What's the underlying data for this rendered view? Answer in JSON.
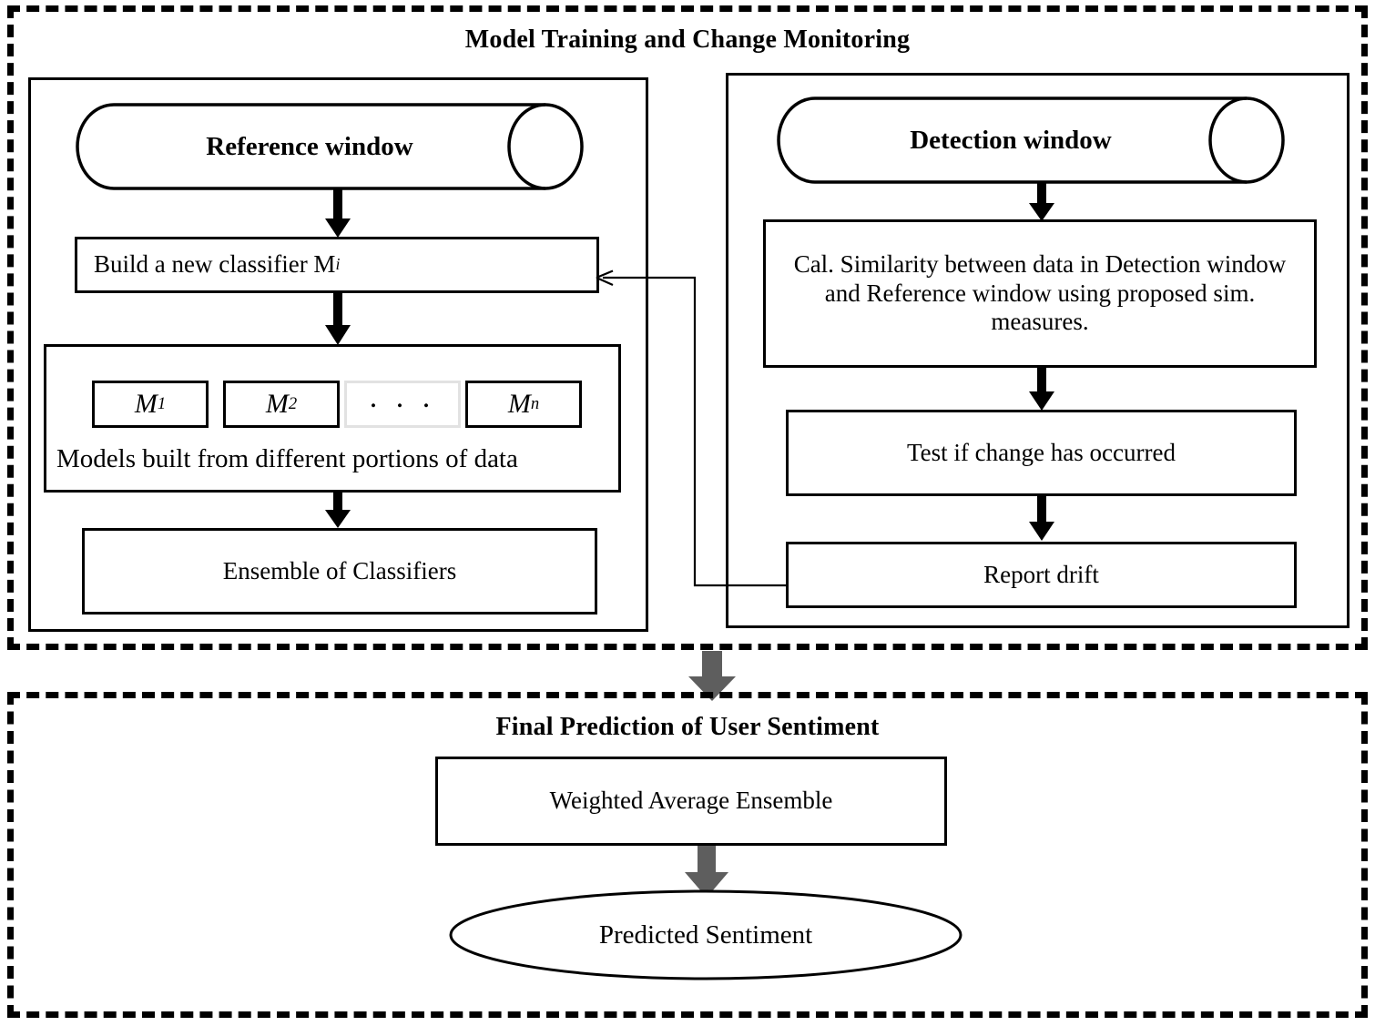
{
  "diagram": {
    "groups": {
      "top": {
        "title": "Model Training and Change Monitoring"
      },
      "bottom": {
        "title": "Final Prediction of User Sentiment"
      }
    },
    "left_column": {
      "reference_window": "Reference window",
      "build_classifier_prefix": "Build a new classifier  M",
      "build_classifier_subscript": "i",
      "models": [
        {
          "label": "M",
          "sub": "1",
          "kind": "model"
        },
        {
          "label": "M",
          "sub": "2",
          "kind": "model"
        },
        {
          "label": ". . .",
          "sub": "",
          "kind": "ellipsis"
        },
        {
          "label": "M",
          "sub": "n",
          "kind": "model"
        }
      ],
      "models_caption": "Models built from different portions of data",
      "ensemble": "Ensemble of Classifiers"
    },
    "right_column": {
      "detection_window": "Detection window",
      "similarity": "Cal. Similarity between data in Detection window and Reference window using proposed sim. measures.",
      "test_change": "Test if change  has occurred",
      "report_drift": "Report drift"
    },
    "bottom_section": {
      "weighted_average": "Weighted Average  Ensemble",
      "predicted_sentiment": "Predicted Sentiment"
    },
    "colors": {
      "stroke": "#000000",
      "gray_arrow": "#5e5e5e",
      "ghost_border": "#e2e2e2",
      "background": "#ffffff"
    },
    "icons": {
      "down_arrow": "down-arrow-icon",
      "gray_down_arrow": "gray-down-arrow-icon",
      "feedback_connector": "feedback-connector-icon",
      "cylinder": "cylinder-icon",
      "ellipse": "ellipse-icon"
    }
  }
}
